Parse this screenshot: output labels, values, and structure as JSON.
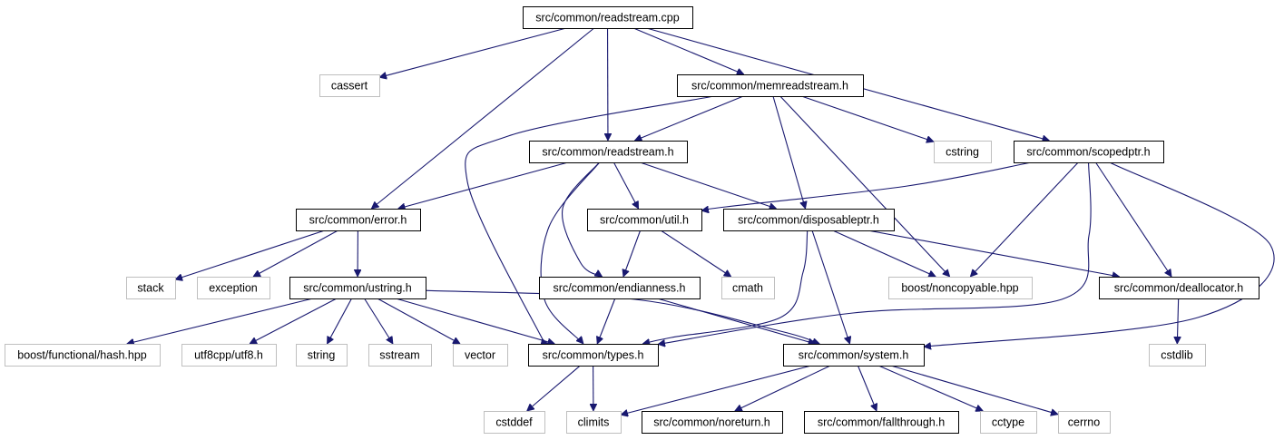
{
  "colors": {
    "edge": "#191970",
    "root_fill": "#bfbfbf",
    "root_border": "#000000",
    "local_border": "#000000",
    "system_border": "#bfbfbf",
    "node_fill": "#ffffff",
    "text": "#000000"
  },
  "nodes": {
    "readstream_cpp": {
      "label": "src/common/readstream.cpp",
      "kind": "root"
    },
    "cassert": {
      "label": "cassert",
      "kind": "system"
    },
    "memreadstream_h": {
      "label": "src/common/memreadstream.h",
      "kind": "local"
    },
    "readstream_h": {
      "label": "src/common/readstream.h",
      "kind": "local"
    },
    "cstring": {
      "label": "cstring",
      "kind": "system"
    },
    "scopedptr_h": {
      "label": "src/common/scopedptr.h",
      "kind": "local"
    },
    "error_h": {
      "label": "src/common/error.h",
      "kind": "local"
    },
    "util_h": {
      "label": "src/common/util.h",
      "kind": "local"
    },
    "disposableptr_h": {
      "label": "src/common/disposableptr.h",
      "kind": "local"
    },
    "stack": {
      "label": "stack",
      "kind": "system"
    },
    "exception": {
      "label": "exception",
      "kind": "system"
    },
    "ustring_h": {
      "label": "src/common/ustring.h",
      "kind": "local"
    },
    "endianness_h": {
      "label": "src/common/endianness.h",
      "kind": "local"
    },
    "cmath": {
      "label": "cmath",
      "kind": "system"
    },
    "noncopyable_hpp": {
      "label": "boost/noncopyable.hpp",
      "kind": "system"
    },
    "deallocator_h": {
      "label": "src/common/deallocator.h",
      "kind": "local"
    },
    "hash_hpp": {
      "label": "boost/functional/hash.hpp",
      "kind": "system"
    },
    "utf8_h": {
      "label": "utf8cpp/utf8.h",
      "kind": "system"
    },
    "string": {
      "label": "string",
      "kind": "system"
    },
    "sstream": {
      "label": "sstream",
      "kind": "system"
    },
    "vector": {
      "label": "vector",
      "kind": "system"
    },
    "types_h": {
      "label": "src/common/types.h",
      "kind": "local"
    },
    "system_h": {
      "label": "src/common/system.h",
      "kind": "local"
    },
    "cstdlib": {
      "label": "cstdlib",
      "kind": "system"
    },
    "cstddef": {
      "label": "cstddef",
      "kind": "system"
    },
    "climits": {
      "label": "climits",
      "kind": "system"
    },
    "noreturn_h": {
      "label": "src/common/noreturn.h",
      "kind": "local"
    },
    "fallthrough_h": {
      "label": "src/common/fallthrough.h",
      "kind": "local"
    },
    "cctype": {
      "label": "cctype",
      "kind": "system"
    },
    "cerrno": {
      "label": "cerrno",
      "kind": "system"
    }
  },
  "edges": [
    [
      "readstream_cpp",
      "cassert"
    ],
    [
      "readstream_cpp",
      "memreadstream_h"
    ],
    [
      "readstream_cpp",
      "readstream_h"
    ],
    [
      "readstream_cpp",
      "scopedptr_h"
    ],
    [
      "readstream_cpp",
      "error_h"
    ],
    [
      "memreadstream_h",
      "readstream_h"
    ],
    [
      "memreadstream_h",
      "cstring"
    ],
    [
      "memreadstream_h",
      "types_h"
    ],
    [
      "memreadstream_h",
      "disposableptr_h"
    ],
    [
      "memreadstream_h",
      "noncopyable_hpp"
    ],
    [
      "readstream_h",
      "error_h"
    ],
    [
      "readstream_h",
      "util_h"
    ],
    [
      "readstream_h",
      "disposableptr_h"
    ],
    [
      "readstream_h",
      "endianness_h"
    ],
    [
      "readstream_h",
      "types_h"
    ],
    [
      "scopedptr_h",
      "util_h"
    ],
    [
      "scopedptr_h",
      "noncopyable_hpp"
    ],
    [
      "scopedptr_h",
      "deallocator_h"
    ],
    [
      "scopedptr_h",
      "types_h"
    ],
    [
      "scopedptr_h",
      "system_h"
    ],
    [
      "error_h",
      "stack"
    ],
    [
      "error_h",
      "exception"
    ],
    [
      "error_h",
      "ustring_h"
    ],
    [
      "util_h",
      "endianness_h"
    ],
    [
      "util_h",
      "cmath"
    ],
    [
      "disposableptr_h",
      "noncopyable_hpp"
    ],
    [
      "disposableptr_h",
      "deallocator_h"
    ],
    [
      "disposableptr_h",
      "types_h"
    ],
    [
      "disposableptr_h",
      "system_h"
    ],
    [
      "ustring_h",
      "hash_hpp"
    ],
    [
      "ustring_h",
      "utf8_h"
    ],
    [
      "ustring_h",
      "string"
    ],
    [
      "ustring_h",
      "sstream"
    ],
    [
      "ustring_h",
      "vector"
    ],
    [
      "ustring_h",
      "types_h"
    ],
    [
      "ustring_h",
      "system_h"
    ],
    [
      "endianness_h",
      "types_h"
    ],
    [
      "endianness_h",
      "system_h"
    ],
    [
      "deallocator_h",
      "cstdlib"
    ],
    [
      "types_h",
      "cstddef"
    ],
    [
      "types_h",
      "climits"
    ],
    [
      "system_h",
      "climits"
    ],
    [
      "system_h",
      "noreturn_h"
    ],
    [
      "system_h",
      "fallthrough_h"
    ],
    [
      "system_h",
      "cctype"
    ],
    [
      "system_h",
      "cerrno"
    ]
  ]
}
